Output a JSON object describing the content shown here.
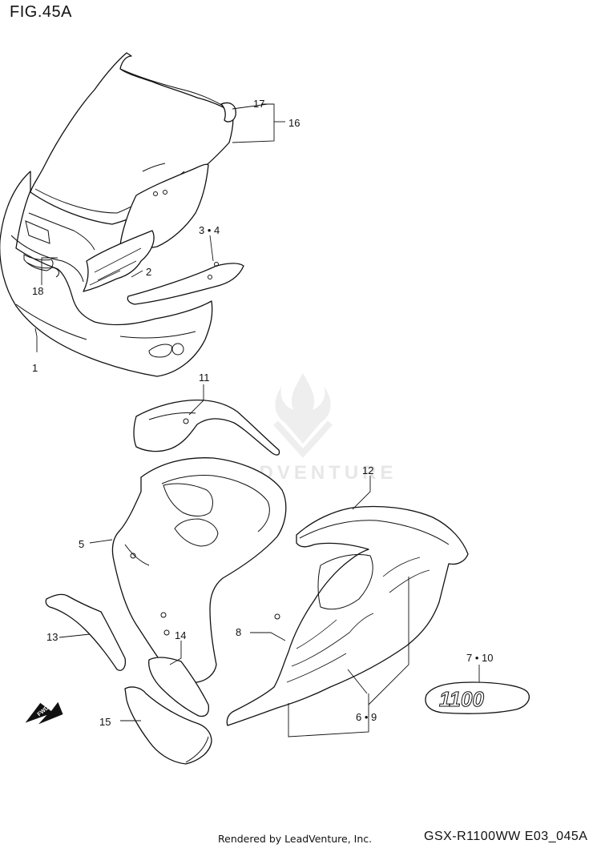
{
  "figure": {
    "title": "FIG.45A"
  },
  "callouts": {
    "c1": "1",
    "c2": "2",
    "c3_4": "3 • 4",
    "c5": "5",
    "c6_9": "6 • 9",
    "c7_10": "7 • 10",
    "c8": "8",
    "c11": "11",
    "c12": "12",
    "c13": "13",
    "c14": "14",
    "c15": "15",
    "c16": "16",
    "c17": "17",
    "c18": "18"
  },
  "decal_text": "1100",
  "fwd_arrow_label": "FWD",
  "watermark": {
    "brand": "LEADVENTURE"
  },
  "footer": {
    "rendered_by": "Rendered by LeadVenture, Inc.",
    "model_code": "GSX-R1100WW  E03_045A"
  }
}
